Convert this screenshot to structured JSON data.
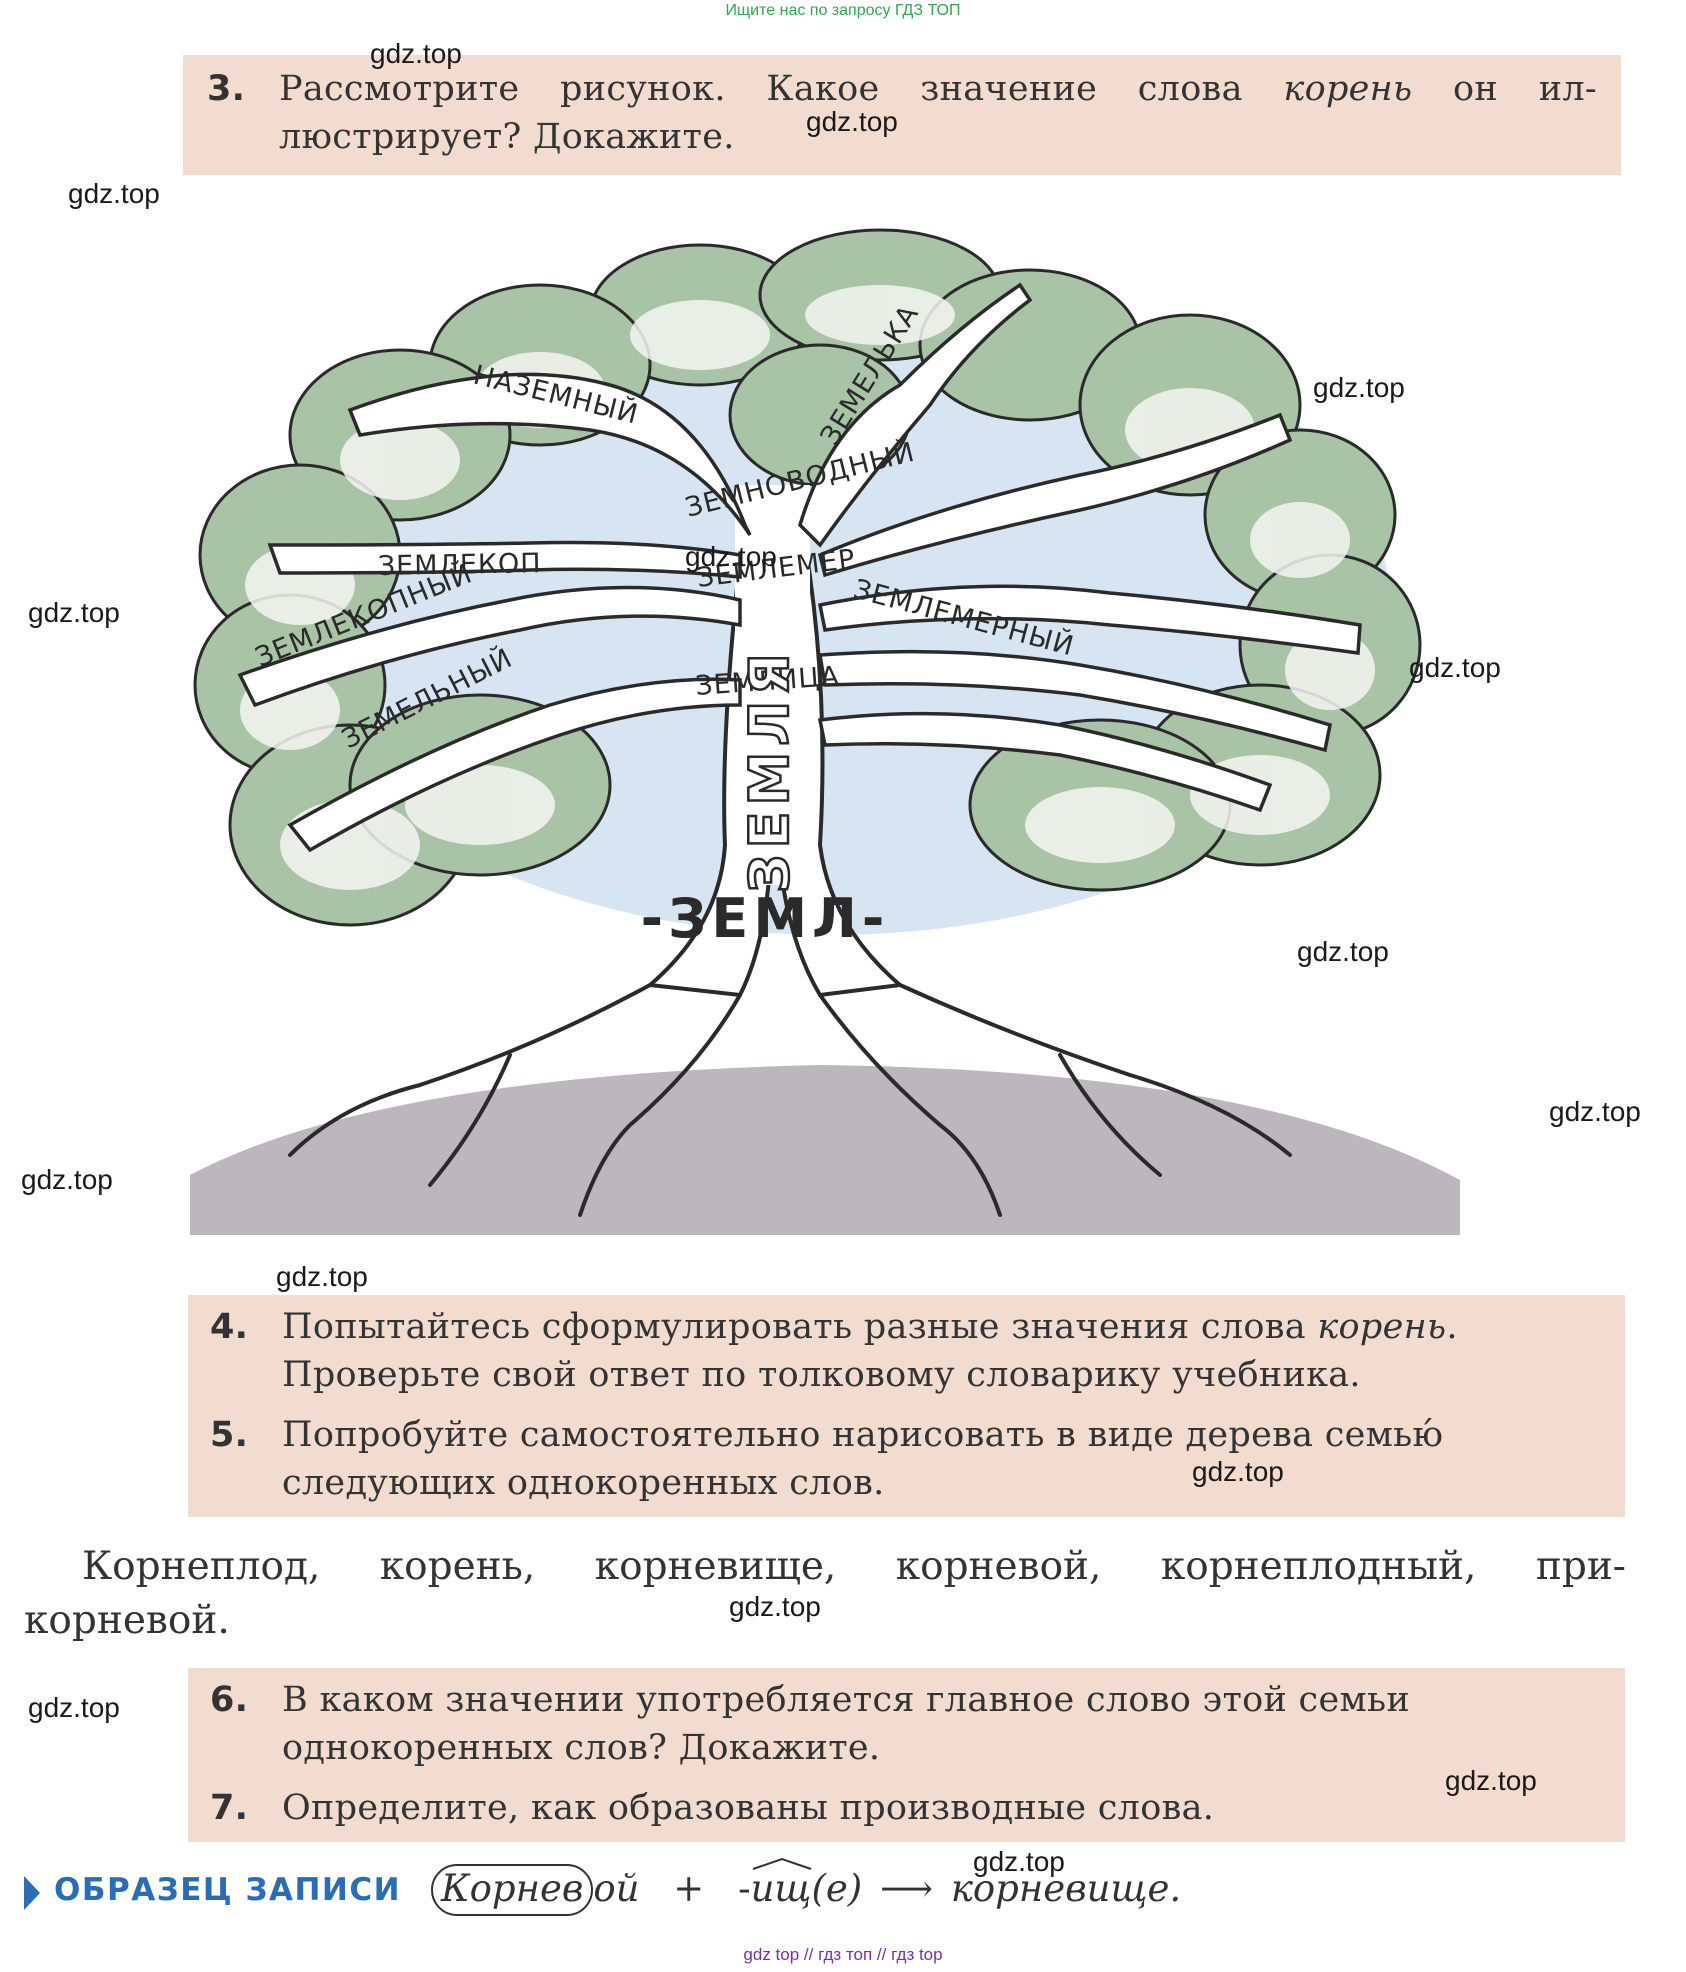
{
  "top_banner": "Ищите нас по запросу ГДЗ ТОП",
  "bottom_banner": "gdz top // гдз топ // гдз top",
  "watermark": "gdz.top",
  "task3": {
    "number": "3.",
    "line1_before": "Рассмотрите рисунок. Какое значение слова ",
    "line1_em": "корень",
    "line1_after": " он ил-",
    "line2": "люстрирует? Докажите."
  },
  "tree": {
    "root_label": "-ЗЕМЛ-",
    "trunk_label": "ЗЕМЛЯ",
    "branches": {
      "nazemny": "НАЗЕМНЫЙ",
      "zemelka": "ЗЕМЕЛЬКА",
      "zemnovodny": "ЗЕМНОВОДНЫЙ",
      "zemlekop": "ЗЕМЛЕКОП",
      "zemlemer": "ЗЕМЛЕМЕР",
      "zemlekopny": "ЗЕМЛЕКОПНЫЙ",
      "zemlemerny": "ЗЕМЛЕМЕРНЫЙ",
      "zemelny": "ЗЕМЕЛЬНЫЙ",
      "zemlitsa": "ЗЕМЛИЦА"
    },
    "colors": {
      "foliage": "#a9c3a6",
      "sky": "#cfe0ee",
      "ground": "#bcb6bd"
    }
  },
  "task4": {
    "number": "4.",
    "line1_before": "Попытайтесь сформулировать разные значения слова ",
    "line1_em": "корень",
    "line1_after": ".",
    "line2": "Проверьте свой ответ по толковому словарику учебника."
  },
  "task5": {
    "number": "5.",
    "line1": "Попробуйте самостоятельно нарисовать в виде дерева семью́",
    "line2": "следующих однокоренных слов."
  },
  "word_list": {
    "line1": "Корнеплод, корень, корневище, корневой, корнеплодный, при-",
    "line2": "корневой."
  },
  "task6": {
    "number": "6.",
    "line1": "В каком значении употребляется главное слово этой семьи",
    "line2": "однокоренных слов? Докажите."
  },
  "task7": {
    "number": "7.",
    "line1": "Определите, как образованы производные слова."
  },
  "sample": {
    "label": "ОБРАЗЕЦ ЗАПИСИ",
    "root": "Корнев",
    "ending": "ой",
    "plus": "+",
    "suffix_dash": "-",
    "suffix": "ищ",
    "suffix_end": "(е)",
    "arrow": "⟶",
    "result": "корневище."
  },
  "colors": {
    "task_bg": "#f2dcd0",
    "accent_blue": "#2a6db5",
    "banner_green": "#2fa84f"
  }
}
